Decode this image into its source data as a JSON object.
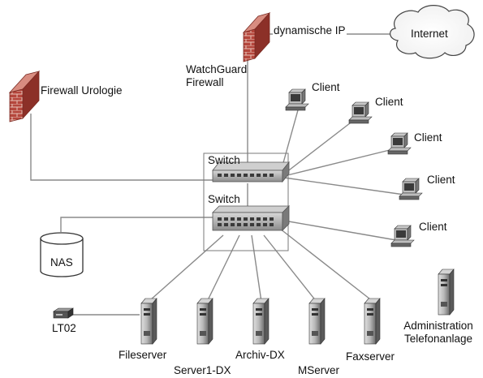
{
  "nodes": {
    "internet": "Internet",
    "dynamic_ip": "dynamische IP",
    "watchguard": "WatchGuard\nFirewall",
    "firewall_urologie": "Firewall Urologie",
    "switch_top": "Switch",
    "switch_bottom": "Switch",
    "nas": "NAS",
    "lto": "LT02",
    "clients": [
      "Client",
      "Client",
      "Client",
      "Client",
      "Client"
    ],
    "servers": [
      "Fileserver",
      "Server1-DX",
      "Archiv-DX",
      "MServer",
      "Faxserver"
    ],
    "admin": "Administration\nTelefonanlage"
  },
  "colors": {
    "line": "#8a8a8a",
    "firewall_brick": "#b5463c",
    "firewall_mortar": "#e8c3b8",
    "device_gray": "#9a9a9a",
    "device_dark": "#3a3a3a",
    "text": "#111111"
  }
}
